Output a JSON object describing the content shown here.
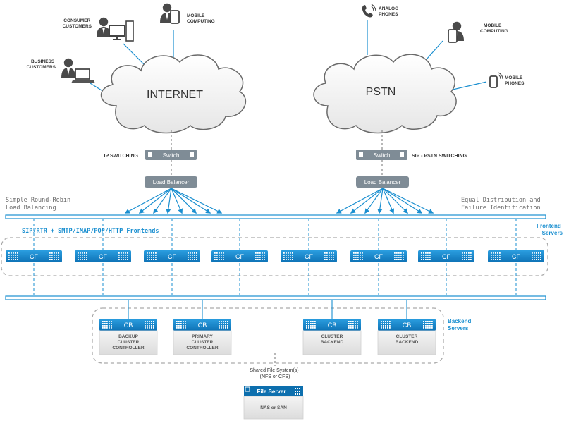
{
  "top_left": {
    "consumer_customers": [
      "CONSUMER",
      "CUSTOMERS"
    ],
    "mobile_computing": [
      "MOBILE",
      "COMPUTING"
    ],
    "business_customers": [
      "BUSINESS",
      "CUSTOMERS"
    ],
    "cloud_label": "INTERNET"
  },
  "top_right": {
    "analog_phones": [
      "ANALOG",
      "PHONES"
    ],
    "mobile_computing": [
      "MOBILE",
      "COMPUTING"
    ],
    "mobile_phones": [
      "MOBILE",
      "PHONES"
    ],
    "cloud_label": "PSTN"
  },
  "switching": {
    "left_label": "IP SWITCHING",
    "right_label": "SIP - PSTN SWITCHING",
    "switch_label": "Switch",
    "load_balancer_label": "Load Balancer"
  },
  "annotations": {
    "left_balancing": [
      "Simple Round-Robin",
      "Load Balancing"
    ],
    "right_balancing": [
      "Equal Distribution and",
      "Failure Identification"
    ],
    "frontends_caption": "SIP/RTR + SMTP/IMAP/POP/HTTP Frontends",
    "frontend_servers": [
      "Frontend",
      "Servers"
    ],
    "backend_servers": [
      "Backend",
      "Servers"
    ],
    "shared_fs": [
      "Shared File System(s)",
      "(NFS or CFS)"
    ]
  },
  "frontend": {
    "node_label": "CF",
    "count": 8
  },
  "backend": {
    "node_label": "CB",
    "nodes": [
      {
        "caption": [
          "BACKUP",
          "CLUSTER",
          "CONTROLLER"
        ]
      },
      {
        "caption": [
          "PRIMARY",
          "CLUSTER",
          "CONTROLLER"
        ]
      },
      {
        "caption": [
          "CLUSTER",
          "BACKEND"
        ]
      },
      {
        "caption": [
          "CLUSTER",
          "BACKEND"
        ]
      }
    ]
  },
  "file_server": {
    "label": "File Server",
    "caption": "NAS or SAN"
  },
  "colors": {
    "accent_blue": "#1a8fd0",
    "dark_blue": "#0d6fae",
    "switch_gray": "#7f8c96",
    "text_gray": "#6b6b6b",
    "text_dark": "#333333",
    "cloud_stroke": "#6a6a6a"
  }
}
